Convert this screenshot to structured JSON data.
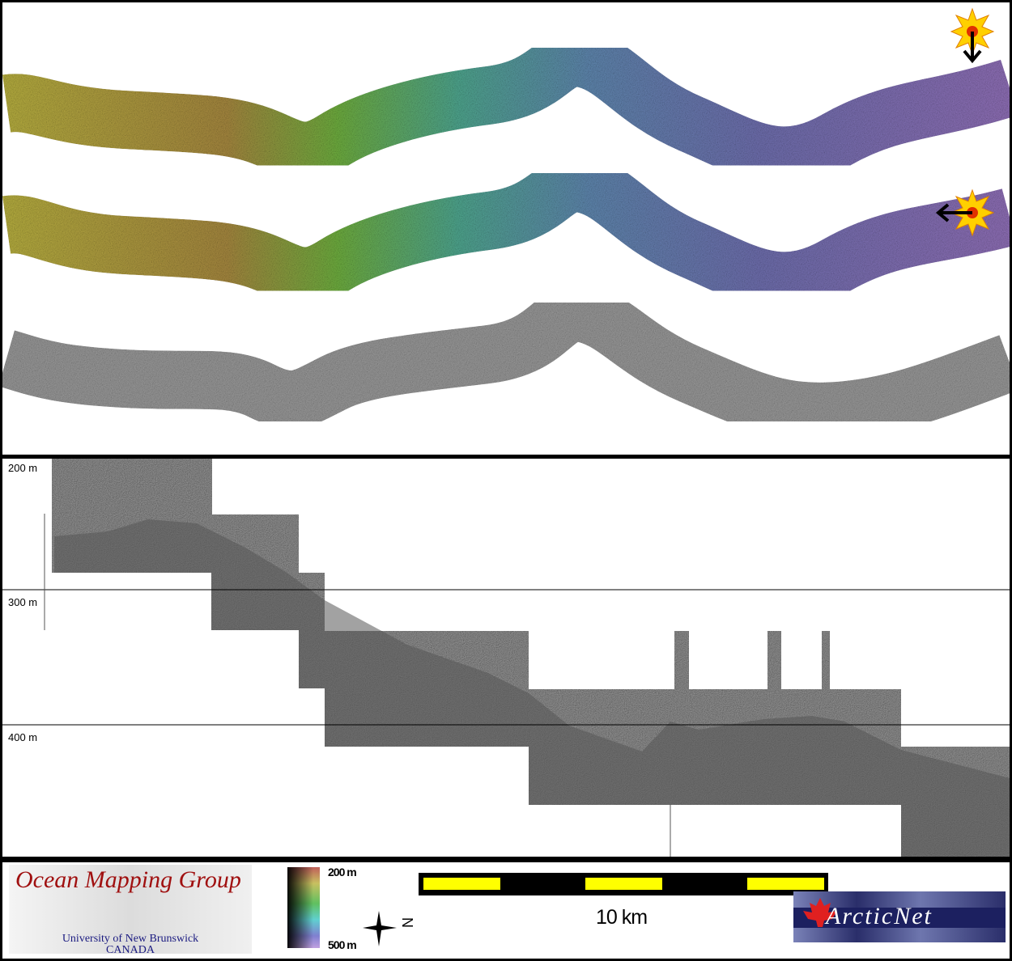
{
  "profile": {
    "depth_labels": [
      "200 m",
      "300 m",
      "400 m"
    ]
  },
  "legend": {
    "logo_left": {
      "title": "Ocean Mapping Group",
      "line1": "University of New Brunswick",
      "line2": "CANADA"
    },
    "colorbar": {
      "top_label": "200 m",
      "bottom_label": "500 m"
    },
    "north_arrow_label": "N",
    "scale_label": "10 km",
    "logo_right": "ArcticNet"
  },
  "colors": {
    "scale_yellow": "#ffff00",
    "omg_red": "#a01010",
    "arctic_navy": "#1c2060"
  }
}
